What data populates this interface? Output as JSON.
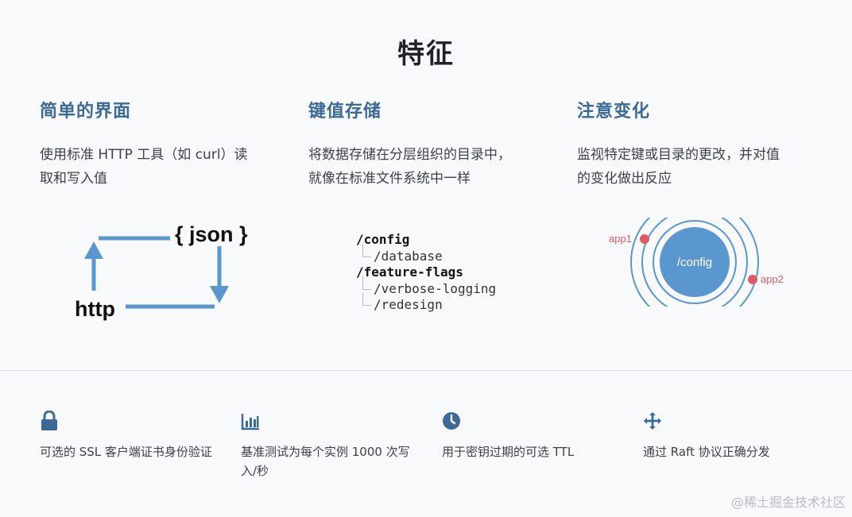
{
  "page": {
    "title": "特征",
    "watermark": "@稀土掘金技术社区"
  },
  "columns": [
    {
      "heading": "简单的界面",
      "desc_lines": [
        "使用标准 HTTP 工具（如 curl）读",
        "取和写入值"
      ]
    },
    {
      "heading": "键值存储",
      "desc_lines": [
        "将数据存储在分层组织的目录中，",
        "就像在标准文件系统中一样"
      ]
    },
    {
      "heading": "注意变化",
      "desc_lines": [
        "监视特定键或目录的更改，并对值",
        "的变化做出反应"
      ]
    }
  ],
  "illustrations": {
    "json_http": {
      "json_label": "{ json }",
      "http_label": "http"
    },
    "tree": {
      "lines": [
        {
          "text": "/config",
          "level": 0
        },
        {
          "text": "/database",
          "level": 1
        },
        {
          "text": "/feature-flags",
          "level": 0
        },
        {
          "text": "/verbose-logging",
          "level": 1
        },
        {
          "text": "/redesign",
          "level": 1
        }
      ]
    },
    "watch": {
      "center_label": "/config",
      "app1_label": "app1",
      "app2_label": "app2"
    }
  },
  "features": [
    {
      "icon": "lock-icon",
      "text": "可选的 SSL 客户端证书身份验证"
    },
    {
      "icon": "bar-chart-icon",
      "text": "基准测试为每个实例 1000 次写入/秒"
    },
    {
      "icon": "clock-icon",
      "text": "用于密钥过期的可选 TTL"
    },
    {
      "icon": "move-arrows-icon",
      "text": "通过 Raft 协议正确分发"
    }
  ],
  "colors": {
    "accent": "#3b6a96",
    "arrow_blue": "#5b97cf",
    "circle_blue": "#5b97cf",
    "app_red": "#e05a63"
  }
}
